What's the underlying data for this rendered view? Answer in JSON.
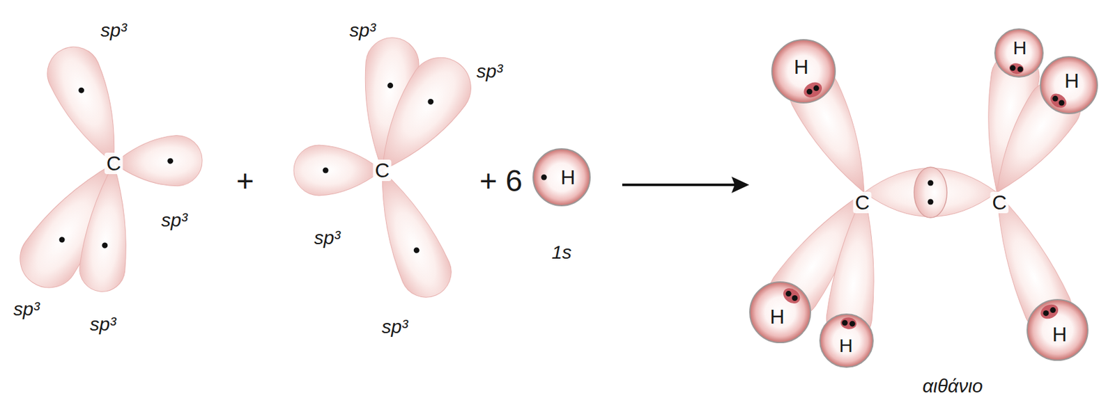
{
  "diagram": {
    "nodes": [
      {
        "text": [
          "H"
        ]
      },
      {
        "text": [
          "H"
        ]
      },
      {
        "text": [
          "H"
        ]
      },
      {
        "text": [
          "H"
        ]
      },
      {
        "text": [
          "H"
        ]
      },
      {
        "text": [
          "H"
        ]
      },
      {
        "text": [
          "H"
        ]
      }
    ],
    "labels": [
      "sp³",
      "sp³",
      "sp³",
      "sp³",
      "C",
      "+",
      "sp³",
      "sp³",
      "sp³",
      "sp³",
      "C",
      "+ 6",
      "1s",
      "C",
      "C",
      "αιθάνιο"
    ]
  }
}
